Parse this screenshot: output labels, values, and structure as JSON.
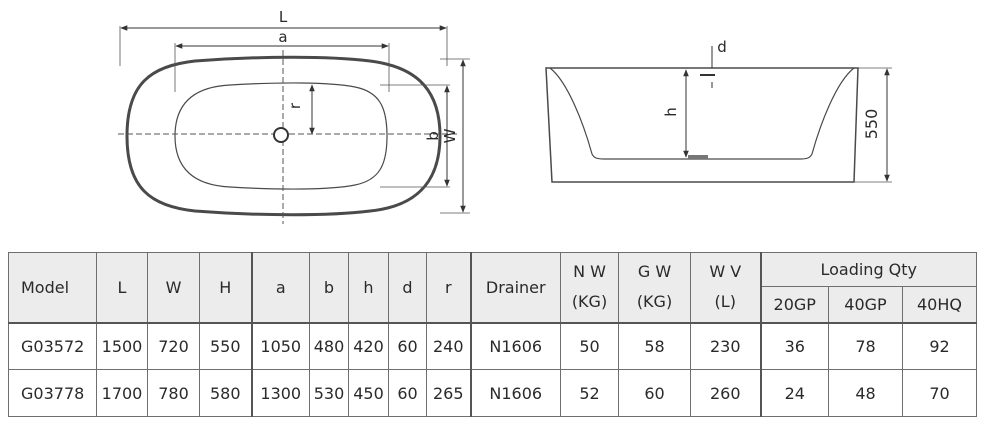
{
  "drawing_labels": {
    "L": "L",
    "a": "a",
    "r": "r",
    "b": "b",
    "W": "W",
    "d": "d",
    "h": "h",
    "height_550": "550"
  },
  "table": {
    "headers": {
      "model": "Model",
      "L": "L",
      "W": "W",
      "H": "H",
      "a": "a",
      "b": "b",
      "h": "h",
      "d": "d",
      "r": "r",
      "drainer": "Drainer",
      "nw_line1": "N W",
      "nw_line2": "(KG)",
      "gw_line1": "G W",
      "gw_line2": "(KG)",
      "wv_line1": "W V",
      "wv_line2": "(L)",
      "loading": "Loading Qty",
      "gp20": "20GP",
      "gp40": "40GP",
      "hq40": "40HQ"
    },
    "rows": [
      {
        "model": "G03572",
        "L": "1500",
        "W": "720",
        "H": "550",
        "a": "1050",
        "b": "480",
        "h": "420",
        "d": "60",
        "r": "240",
        "drainer": "N1606",
        "nw": "50",
        "gw": "58",
        "wv": "230",
        "gp20": "36",
        "gp40": "78",
        "hq40": "92"
      },
      {
        "model": "G03778",
        "L": "1700",
        "W": "780",
        "H": "580",
        "a": "1300",
        "b": "530",
        "h": "450",
        "d": "60",
        "r": "265",
        "drainer": "N1606",
        "nw": "52",
        "gw": "60",
        "wv": "260",
        "gp20": "24",
        "gp40": "48",
        "hq40": "70"
      }
    ]
  }
}
